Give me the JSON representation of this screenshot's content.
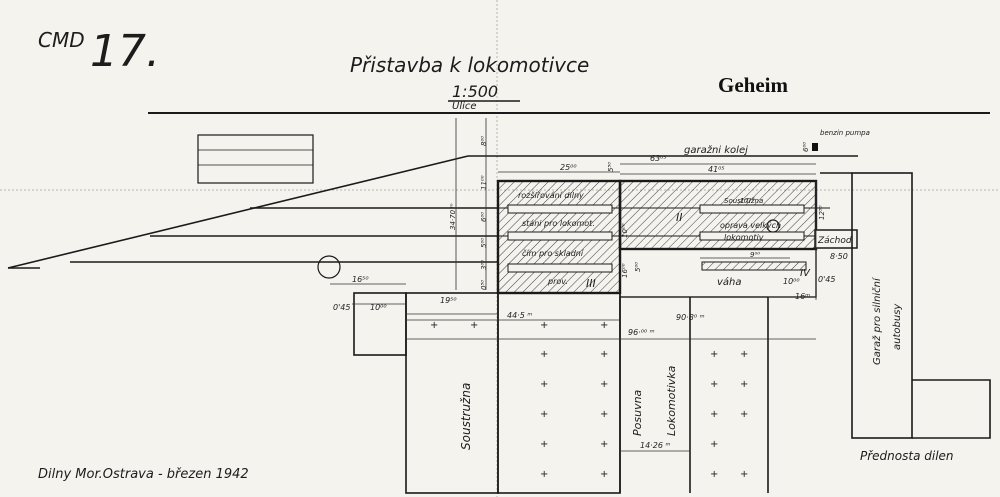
{
  "drawing": {
    "code": "CMD",
    "number": "17.",
    "title": "Přistavba k lokomotivce",
    "scale": "1:500",
    "classification": "Geheim",
    "footer_left": "Dilny Mor.Ostrava - březen 1942",
    "footer_right": "Přednosta dilen"
  },
  "labels": {
    "street": "Ulice",
    "garage_track": "garažni kolej",
    "petrol_pump": "benzin pumpa",
    "bus_garage_line1": "Garaž pro silniční",
    "bus_garage_line2": "autobusy",
    "turnery": "Soustružna",
    "traverser": "Posuvna",
    "locomotive_shed": "Lokomotivka",
    "scale_house": "váha",
    "toilet": "Záchod",
    "shed_room_1": "rozšiřování dilny",
    "shed_room_2": "stáni pro lokomot.",
    "shed_room_3": "čím pro skladní",
    "shed_room_4": "prov.",
    "east_room_1": "oprava velkých",
    "east_room_2": "lokomotiv",
    "east_room_3": "Soustružna",
    "roman_2": "II",
    "roman_3": "III",
    "roman_4": "IV"
  },
  "dimensions": {
    "d_25": "25⁰⁰",
    "d_6305": "63⁰⁵",
    "d_4105": "41⁰⁵",
    "d_1650": "16⁵⁰",
    "d_1950": "19⁵⁰",
    "d_1000": "10⁰⁰",
    "d_045": "0'45",
    "d_445": "44·5 ᵐ",
    "d_96": "96·⁰⁰ ᵐ",
    "d_9080": "90·8⁰ ᵐ",
    "d_1426": "14·26 ᵐ",
    "d_850": "8·50",
    "d_1000b": "10⁰⁰",
    "d_045b": "0'45",
    "d_16": "16ᵐ",
    "d_1750": "17⁵⁰",
    "d_900": "9⁰⁰",
    "d_3470": "34·70 ᵐ",
    "d_11": "11⁰⁰",
    "d_6": "6⁰⁰",
    "d_8": "8⁰⁰",
    "d_5": "5⁰⁰",
    "d_3": "3⁰⁰",
    "d_050": "0⁵⁰",
    "d_550": "5⁵⁰",
    "d_1250": "12⁵⁰",
    "d_10a": "10⁰⁰",
    "d_16a": "16⁰⁰",
    "d_6b": "6⁰⁰",
    "d_5b": "5⁰⁰"
  },
  "colors": {
    "paper": "#f4f3ee",
    "ink": "#1a1a1a"
  }
}
